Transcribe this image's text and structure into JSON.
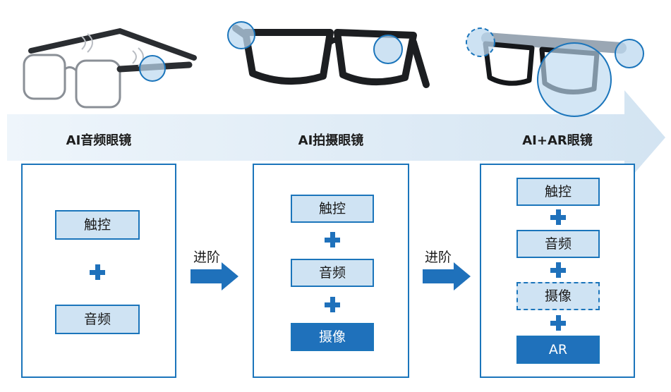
{
  "stages": [
    {
      "title": "AI音频眼镜",
      "features": [
        "触控",
        "音频"
      ]
    },
    {
      "title": "AI拍摄眼镜",
      "features": [
        "触控",
        "音频",
        "摄像"
      ]
    },
    {
      "title": "AI+AR眼镜",
      "features": [
        "触控",
        "音频",
        "摄像",
        "AR"
      ]
    }
  ],
  "progress_label": "进阶",
  "colors": {
    "accent": "#1b75bb",
    "chip_fill": "#cfe3f3",
    "solid_fill": "#1f71bb",
    "band": "#dbe9f4"
  }
}
